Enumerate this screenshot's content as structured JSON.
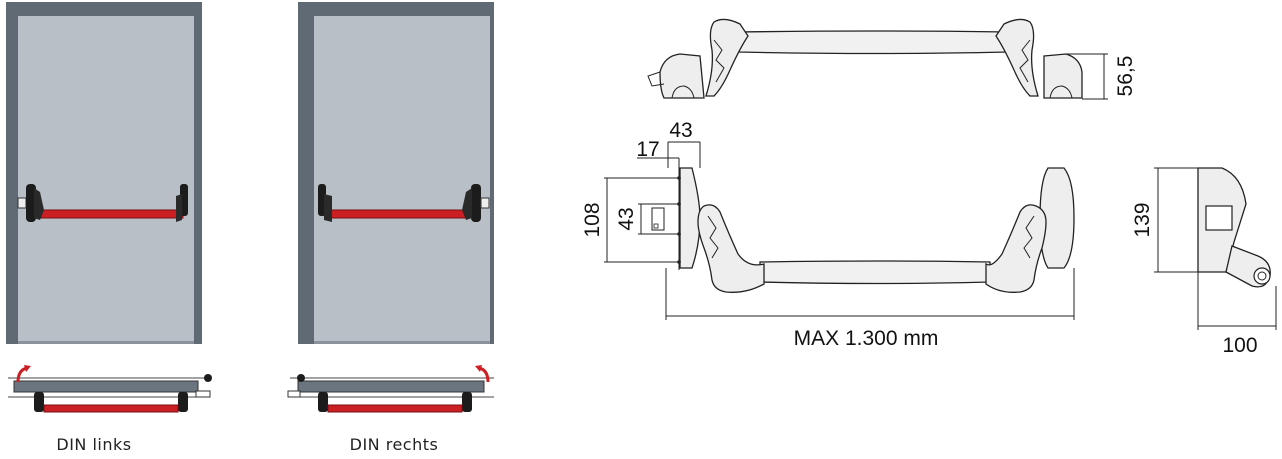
{
  "captions": {
    "din_left": "DIN links",
    "din_right": "DIN rechts"
  },
  "dimensions": {
    "height_side": "56,5",
    "offset_43_top": "43",
    "offset_17": "17",
    "height_108": "108",
    "square_43": "43",
    "max_length": "MAX 1.300 mm",
    "height_139": "139",
    "depth_100": "100"
  },
  "colors": {
    "door_frame": "#5f6a75",
    "door_panel": "#b8bfc6",
    "push_bar": "#cc1f24",
    "mechanism": "#1c1c1c"
  }
}
